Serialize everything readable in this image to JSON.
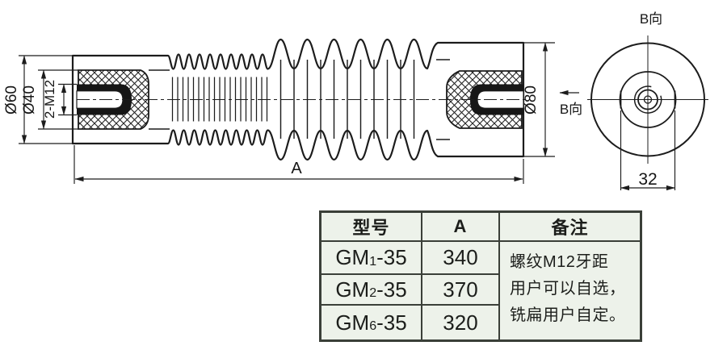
{
  "drawing": {
    "side_view": {
      "dim_outer_left": "Ø60",
      "dim_insert": "Ø40",
      "dim_thread": "2-M12",
      "dim_outer_right": "Ø80",
      "dim_length": "A",
      "view_arrow_label": "B向"
    },
    "end_view": {
      "title": "B向",
      "dim_flats": "32"
    }
  },
  "table": {
    "col_headers": [
      "型号",
      "A",
      "备注"
    ],
    "rows": [
      {
        "model_prefix": "GM",
        "model_sub": "1",
        "model_suffix": "-35",
        "a": "340"
      },
      {
        "model_prefix": "GM",
        "model_sub": "2",
        "model_suffix": "-35",
        "a": "370"
      },
      {
        "model_prefix": "GM",
        "model_sub": "6",
        "model_suffix": "-35",
        "a": "320"
      }
    ],
    "remark_lines": [
      "螺纹M12牙距",
      "用户可以自选，",
      "铣扁用户自定。"
    ]
  },
  "colors": {
    "line": "#1c1c1c",
    "table_bg": "#edf2ea",
    "table_border": "#3a3f38",
    "page_bg": "#ffffff"
  }
}
